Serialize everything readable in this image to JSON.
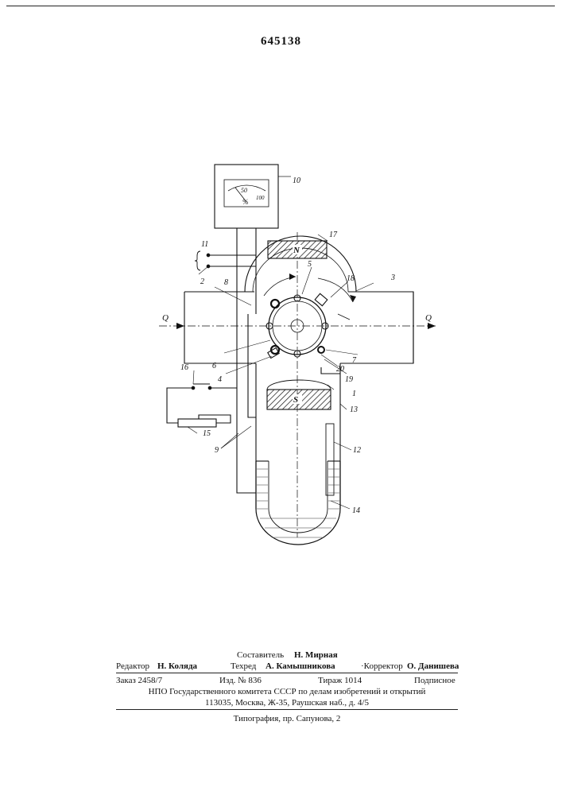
{
  "patent_number": "645138",
  "figure": {
    "gauge_scale_mid": "50",
    "gauge_scale_max": "100",
    "gauge_unit": "%",
    "pole_north": "N",
    "pole_south": "S",
    "flow_label_in": "Q",
    "flow_label_out": "Q",
    "refs": {
      "r1": "1",
      "r2": "2",
      "r3": "3",
      "r4": "4",
      "r5": "5",
      "r6": "6",
      "r7": "7",
      "r8": "8",
      "r9": "9",
      "r10": "10",
      "r11": "11",
      "r12": "12",
      "r13": "13",
      "r14": "14",
      "r15": "15",
      "r16": "16",
      "r17": "17",
      "r18": "18",
      "r19": "19",
      "r20": "20"
    }
  },
  "imprint": {
    "composer": "Составитель",
    "composer_name": "Н. Мирная",
    "editor": "Редактор",
    "editor_name": "Н. Коляда",
    "techred": "Техред",
    "techred_name": "А. Камышникова",
    "corrector": "·Корректор",
    "corrector_name": "О. Данишева",
    "order": "Заказ 2458/7",
    "edition": "Изд. № 836",
    "print_run": "Тираж 1014",
    "subscription": "Подписное",
    "npo": "НПО Государственного комитета СССР по делам изобретений и открытий",
    "address": "113035, Москва, Ж-35, Раушская наб., д. 4/5",
    "typography": "Типография, пр. Сапунова, 2"
  }
}
